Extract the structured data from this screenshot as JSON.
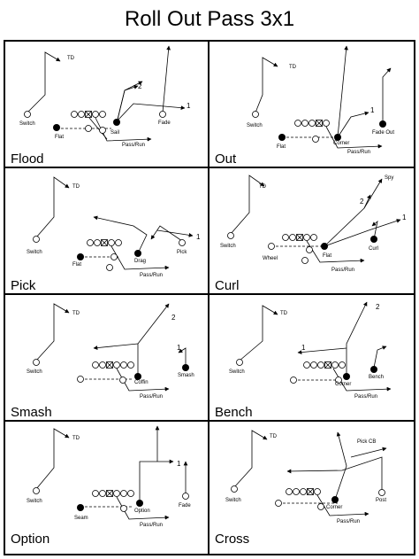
{
  "title": "Roll Out Pass 3x1",
  "plays": [
    {
      "name": "Flood",
      "labels": {
        "td": "TD",
        "switch": "Switch",
        "flat": "Flat",
        "sail": "Sail",
        "fade": "Fade",
        "pass_run": "Pass/Run",
        "one": "1",
        "two": "2"
      }
    },
    {
      "name": "Out",
      "labels": {
        "td": "TD",
        "switch": "Switch",
        "flat": "Flat",
        "corner": "Corner",
        "fade_out": "Fade Out",
        "pass_run": "Pass/Run",
        "one": "1"
      }
    },
    {
      "name": "Pick",
      "labels": {
        "td": "TD",
        "switch": "Switch",
        "flat": "Flat",
        "drag": "Drag",
        "pick": "Pick",
        "pass_run": "Pass/Run",
        "one": "1"
      }
    },
    {
      "name": "Curl",
      "labels": {
        "td": "TD",
        "switch": "Switch",
        "wheel": "Wheel",
        "flat": "Flat",
        "curl": "Curl",
        "spy": "Spy",
        "pass_run": "Pass/Run",
        "one": "1",
        "two": "2"
      }
    },
    {
      "name": "Smash",
      "labels": {
        "td": "TD",
        "switch": "Switch",
        "coffin": "Coffin",
        "smash": "Smash",
        "pass_run": "Pass/Run",
        "one": "1",
        "two": "2"
      }
    },
    {
      "name": "Bench",
      "labels": {
        "td": "TD",
        "switch": "Switch",
        "corner": "Corner",
        "bench": "Bench",
        "pass_run": "Pass/Run",
        "one": "1",
        "two": "2"
      }
    },
    {
      "name": "Option",
      "labels": {
        "td": "TD",
        "switch": "Switch",
        "seam": "Seam",
        "option": "Option",
        "fade": "Fade",
        "pass_run": "Pass/Run",
        "one": "1"
      }
    },
    {
      "name": "Cross",
      "labels": {
        "td": "TD",
        "switch": "Switch",
        "corner": "Corner",
        "post": "Post",
        "pick_cb": "Pick CB",
        "pass_run": "Pass/Run"
      }
    }
  ]
}
